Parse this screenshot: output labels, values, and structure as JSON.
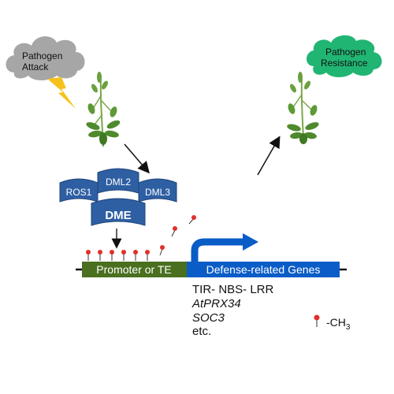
{
  "clouds": {
    "attack_line1": "Pathogen",
    "attack_line2": "Attack",
    "resistance_line1": "Pathogen",
    "resistance_line2": "Resistance"
  },
  "enzymes": {
    "ros1": "ROS1",
    "dml2": "DML2",
    "dml3": "DML3",
    "dme": "DME"
  },
  "gene": {
    "promoter_label": "Promoter or TE",
    "genes_label": "Defense-related Genes"
  },
  "gene_list": {
    "item1": "TIR- NBS- LRR",
    "item2": "AtPRX34",
    "item3": "SOC3",
    "item4": "etc."
  },
  "legend": {
    "methyl_label": "-CH",
    "methyl_subscript": "3"
  },
  "colors": {
    "attack_cloud": "#a6a6a6",
    "resistance_cloud": "#21b573",
    "enzyme_blue": "#2e5fa3",
    "promoter_green": "#4a6f1f",
    "gene_blue": "#0a5cc7",
    "methyl_red": "#e0302a",
    "lightning": "#f6c21a"
  }
}
